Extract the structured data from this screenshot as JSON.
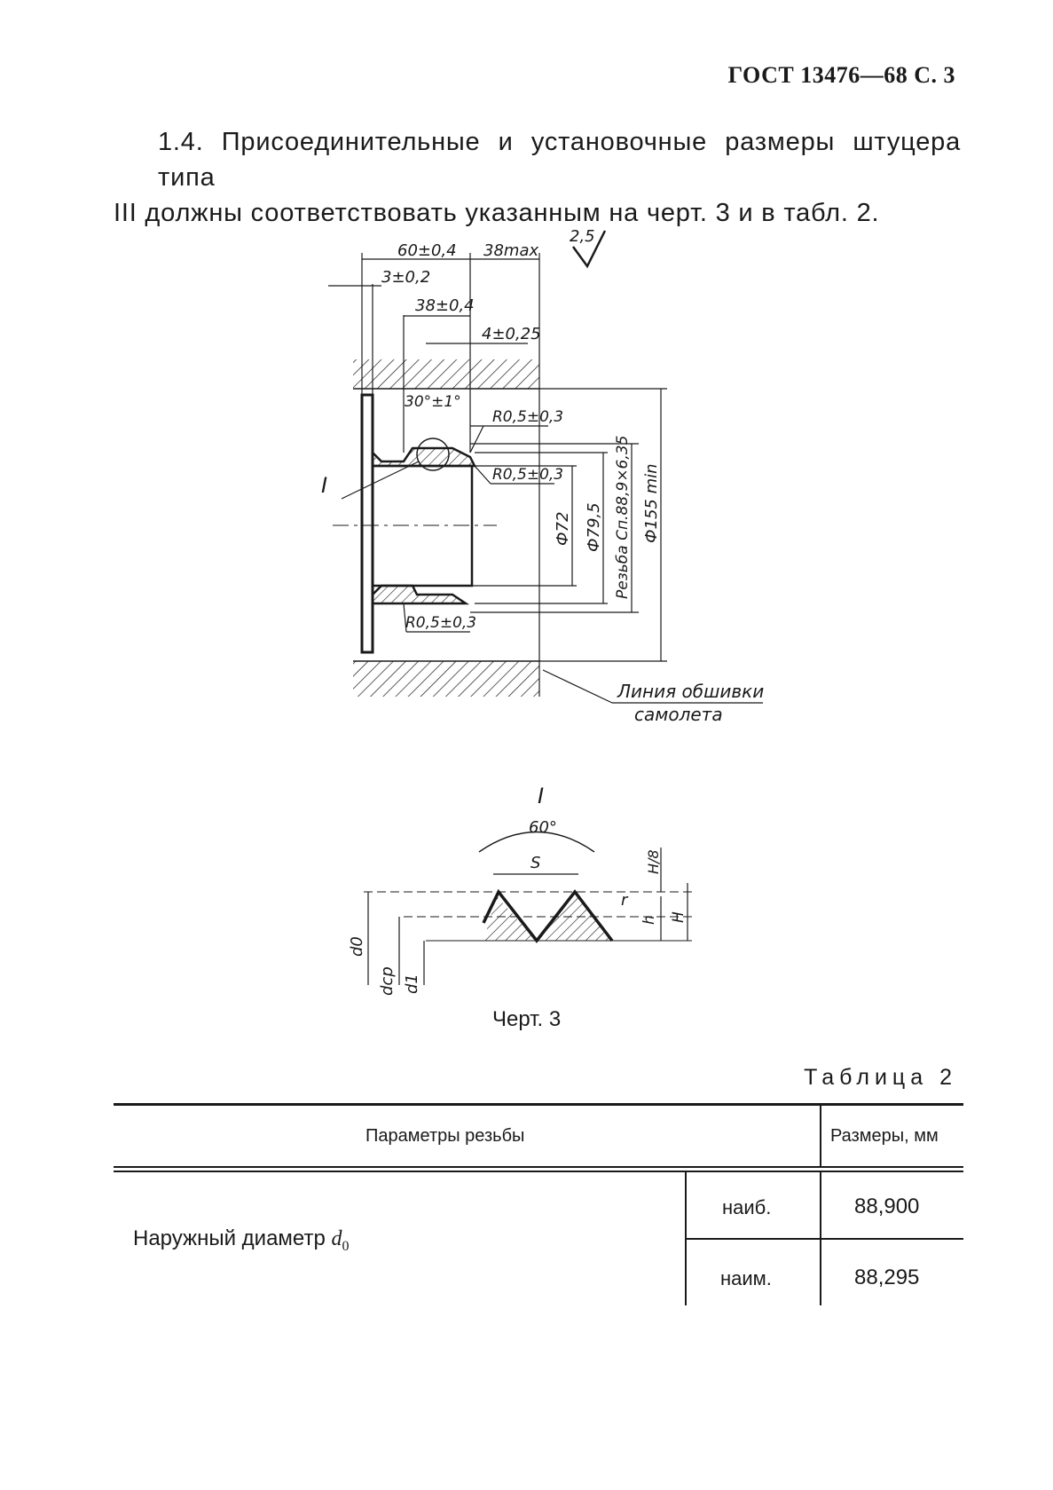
{
  "header": {
    "title": "ГОСТ 13476—68 С. 3"
  },
  "paragraph": {
    "line1": "1.4. Присоединительные и установочные размеры штуцера типа",
    "line2": "III должны соответствовать указанным на черт. 3 и в табл. 2."
  },
  "drawing": {
    "roughness": "2,5",
    "dim_60": "60±0,4",
    "dim_38max": "38max",
    "dim_3": "3±0,2",
    "dim_38": "38±0,4",
    "dim_4": "4±0,25",
    "angle": "30°±1°",
    "radius_top": "R0,5±0,3",
    "radius_mid": "R0,5±0,3",
    "radius_bottom": "R0,5±0,3",
    "view_label": "I",
    "d72": "Ф72",
    "d79": "Ф79,5",
    "thread": "Резьба Сп.88,9×6,35",
    "d155": "Ф155 min",
    "skin_line1": "Линия обшивки",
    "skin_line2": "самолета",
    "detail_label": "I",
    "detail_angle": "60°",
    "detail_S": "S",
    "detail_H8": "H/8",
    "detail_r": "r",
    "detail_h": "h",
    "detail_H": "H",
    "detail_d0": "d0",
    "detail_dcp": "dср",
    "detail_d1": "d1"
  },
  "caption": "Черт. 3",
  "table": {
    "title": "Таблица 2",
    "head_params": "Параметры резьбы",
    "head_sizes": "Размеры, мм",
    "row_label": "Наружный диаметр",
    "row_symbol": "d",
    "row_sub": "0",
    "max_label": "наиб.",
    "max_value": "88,900",
    "min_label": "наим.",
    "min_value": "88,295"
  }
}
